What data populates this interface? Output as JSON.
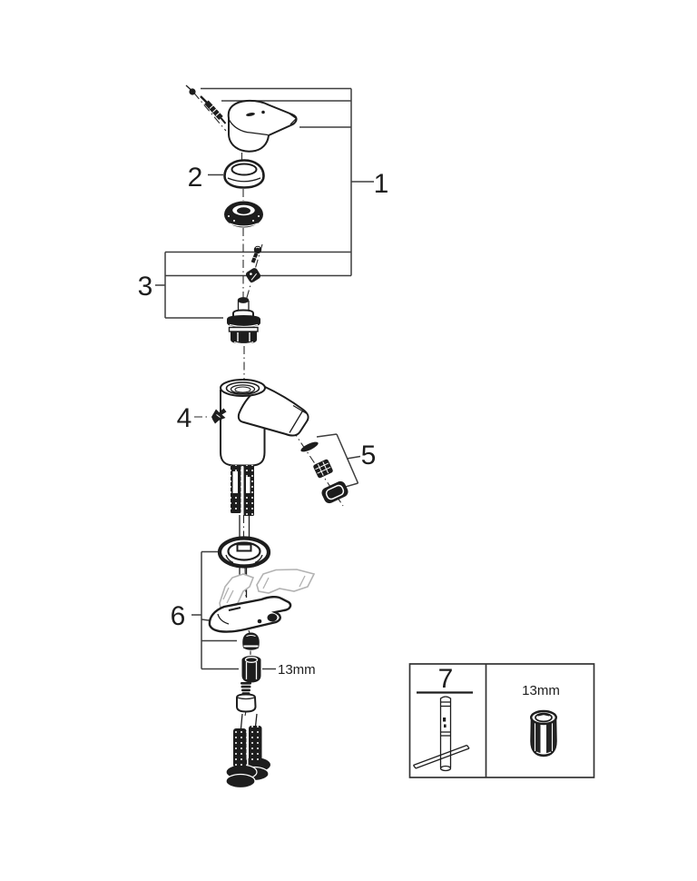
{
  "diagram": {
    "kind": "exploded-parts-diagram",
    "subject": "single-lever basin mixer faucet",
    "background": "#ffffff",
    "colors": {
      "line": "#1d1d1d",
      "leader": "#3e3e3e",
      "ghost": "#b2b2b2"
    },
    "callouts": [
      {
        "label": "1",
        "part": "handle-assembly"
      },
      {
        "label": "2",
        "part": "dome-cap-ring"
      },
      {
        "label": "3",
        "part": "cartridge-assembly"
      },
      {
        "label": "4",
        "part": "retaining-clip"
      },
      {
        "label": "5",
        "part": "aerator-assembly"
      },
      {
        "label": "6",
        "part": "mounting-hardware-set"
      },
      {
        "label": "7",
        "part": "socket-wrench-tool"
      }
    ],
    "labels": {
      "mounting_nut_size": "13mm",
      "tool_socket_size": "13mm"
    }
  }
}
